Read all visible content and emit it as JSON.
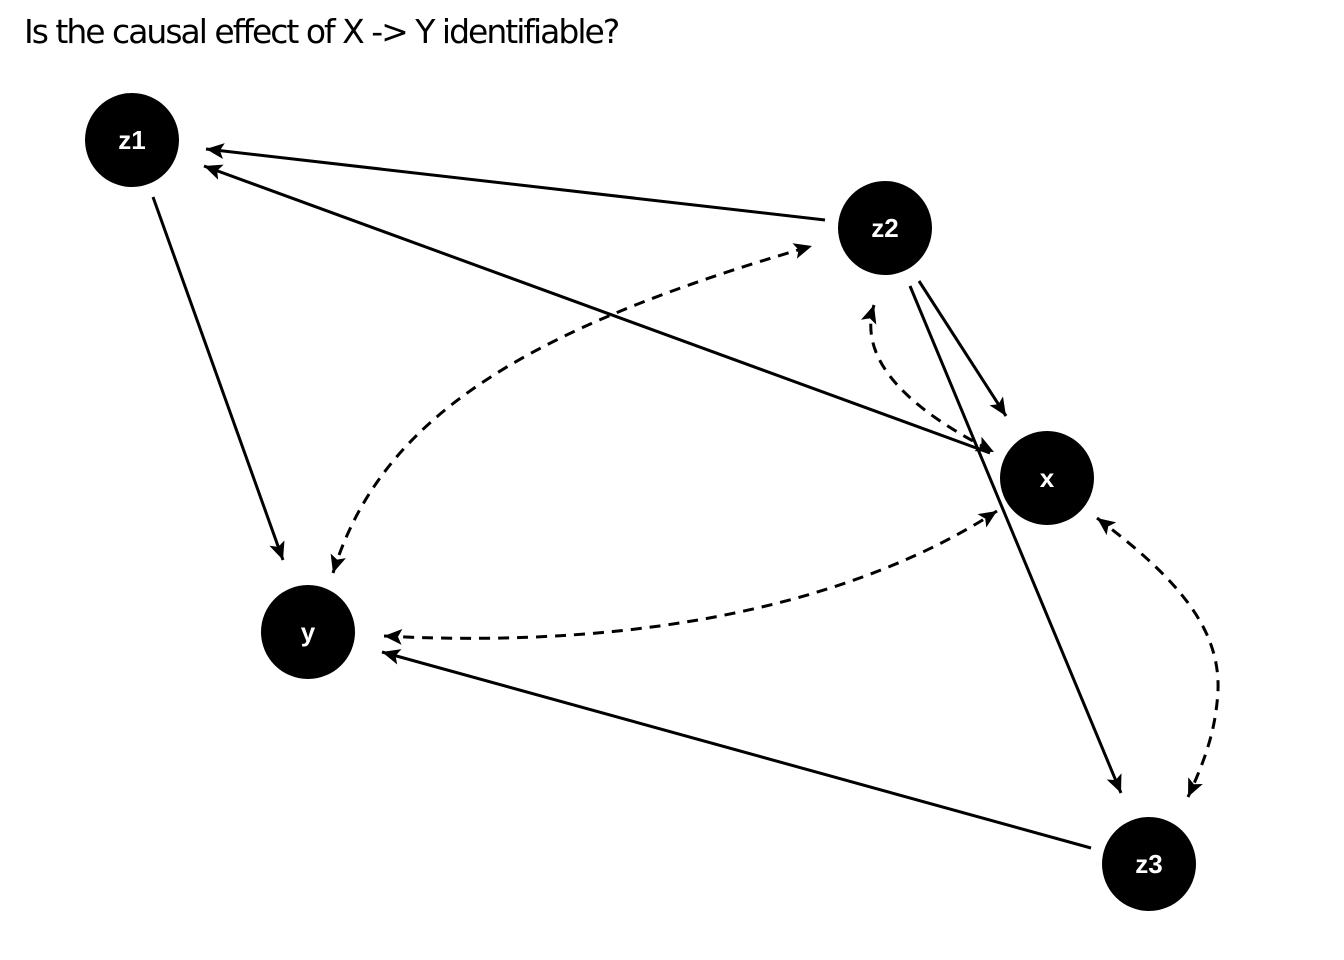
{
  "question": "Is the causal effect of X -> Y identifiable?",
  "colors": {
    "node_fill": "#000000",
    "node_text": "#ffffff",
    "edge": "#000000",
    "background": "#ffffff"
  },
  "nodes": [
    {
      "id": "z1",
      "label": "z1"
    },
    {
      "id": "z2",
      "label": "z2"
    },
    {
      "id": "x",
      "label": "x"
    },
    {
      "id": "y",
      "label": "y"
    },
    {
      "id": "z3",
      "label": "z3"
    }
  ],
  "directed_edges": [
    {
      "from": "z1",
      "to": "y"
    },
    {
      "from": "z2",
      "to": "z1"
    },
    {
      "from": "x",
      "to": "z1"
    },
    {
      "from": "z2",
      "to": "x"
    },
    {
      "from": "z2",
      "to": "z3"
    },
    {
      "from": "z3",
      "to": "y"
    }
  ],
  "bidirected_edges": [
    {
      "a": "y",
      "b": "z2"
    },
    {
      "a": "y",
      "b": "x"
    },
    {
      "a": "z2",
      "b": "x"
    },
    {
      "a": "x",
      "b": "z3"
    }
  ]
}
